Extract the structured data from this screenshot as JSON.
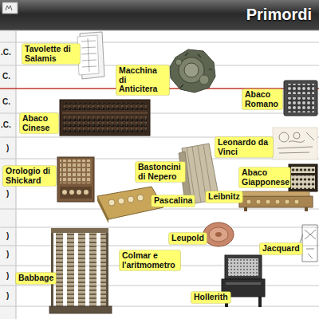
{
  "diagram": {
    "title": "Primordi",
    "nodes": [
      {
        "text": [
          "Tavolette di Salamis"
        ]
      },
      {
        "text": [
          "Macchina di Anticitera"
        ]
      },
      {
        "text": [
          "Abaco Romano"
        ]
      },
      {
        "text": [
          "Abaco Cinese"
        ]
      },
      {
        "text": [
          "Leonardo da Vinci"
        ]
      },
      {
        "text": [
          "Bastoncini di Nepero"
        ]
      },
      {
        "text": [
          "Orologio di Shickard"
        ]
      },
      {
        "text": [
          "Abaco Giapponese"
        ]
      },
      {
        "text": [
          "Leibnitz"
        ]
      },
      {
        "text": [
          "Pascalina"
        ]
      },
      {
        "text": [
          "Leupold"
        ]
      },
      {
        "text": [
          "Jacquard"
        ]
      },
      {
        "text": [
          "Colmar e l'aritmometro"
        ]
      },
      {
        "text": [
          "Babbage"
        ]
      },
      {
        "text": [
          "Hollerith"
        ]
      }
    ],
    "labels": [
      ".C.",
      "C.",
      "C.",
      ".C.",
      ")",
      ")",
      ")",
      ")",
      ")",
      ")"
    ]
  }
}
